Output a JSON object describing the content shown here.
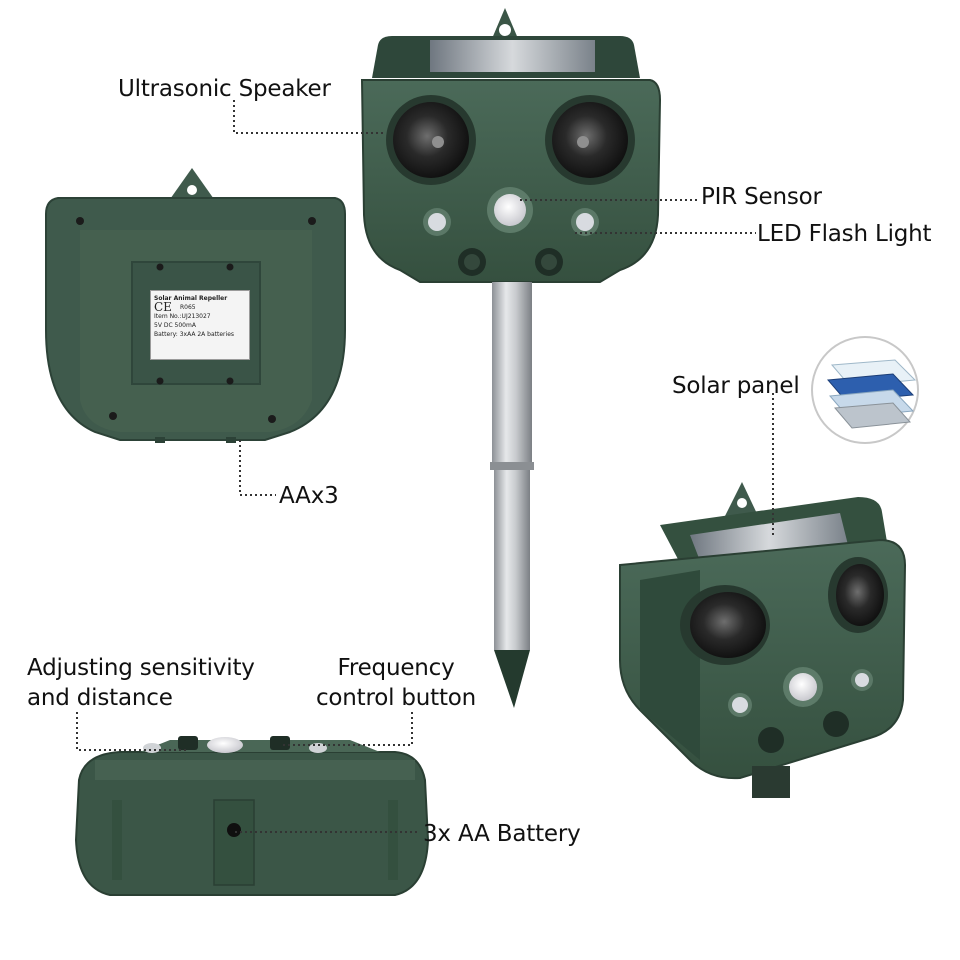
{
  "labels": {
    "ultrasonic_speaker": "Ultrasonic Speaker",
    "pir_sensor": "PIR Sensor",
    "led_flash_light": "LED Flash Light",
    "aax3": "AAx3",
    "solar_panel": "Solar panel",
    "adjusting_line1": "Adjusting sensitivity",
    "adjusting_line2": "and distance",
    "frequency_line1": "Frequency",
    "frequency_line2": "control button",
    "battery": "3x AA  Battery"
  },
  "back_sticker": {
    "title": "Solar Animal Repeller",
    "ce_mark": "CE",
    "code": "R065",
    "item": "Item No.:UJ213027",
    "power": "5V DC 500mA",
    "battery": "Battery: 3xAA 2A batteries"
  },
  "colors": {
    "device_green": "#3f5a4c",
    "device_dark": "#2c4237",
    "leader_line": "#333333",
    "stake_metal": "#b9bcbf"
  }
}
